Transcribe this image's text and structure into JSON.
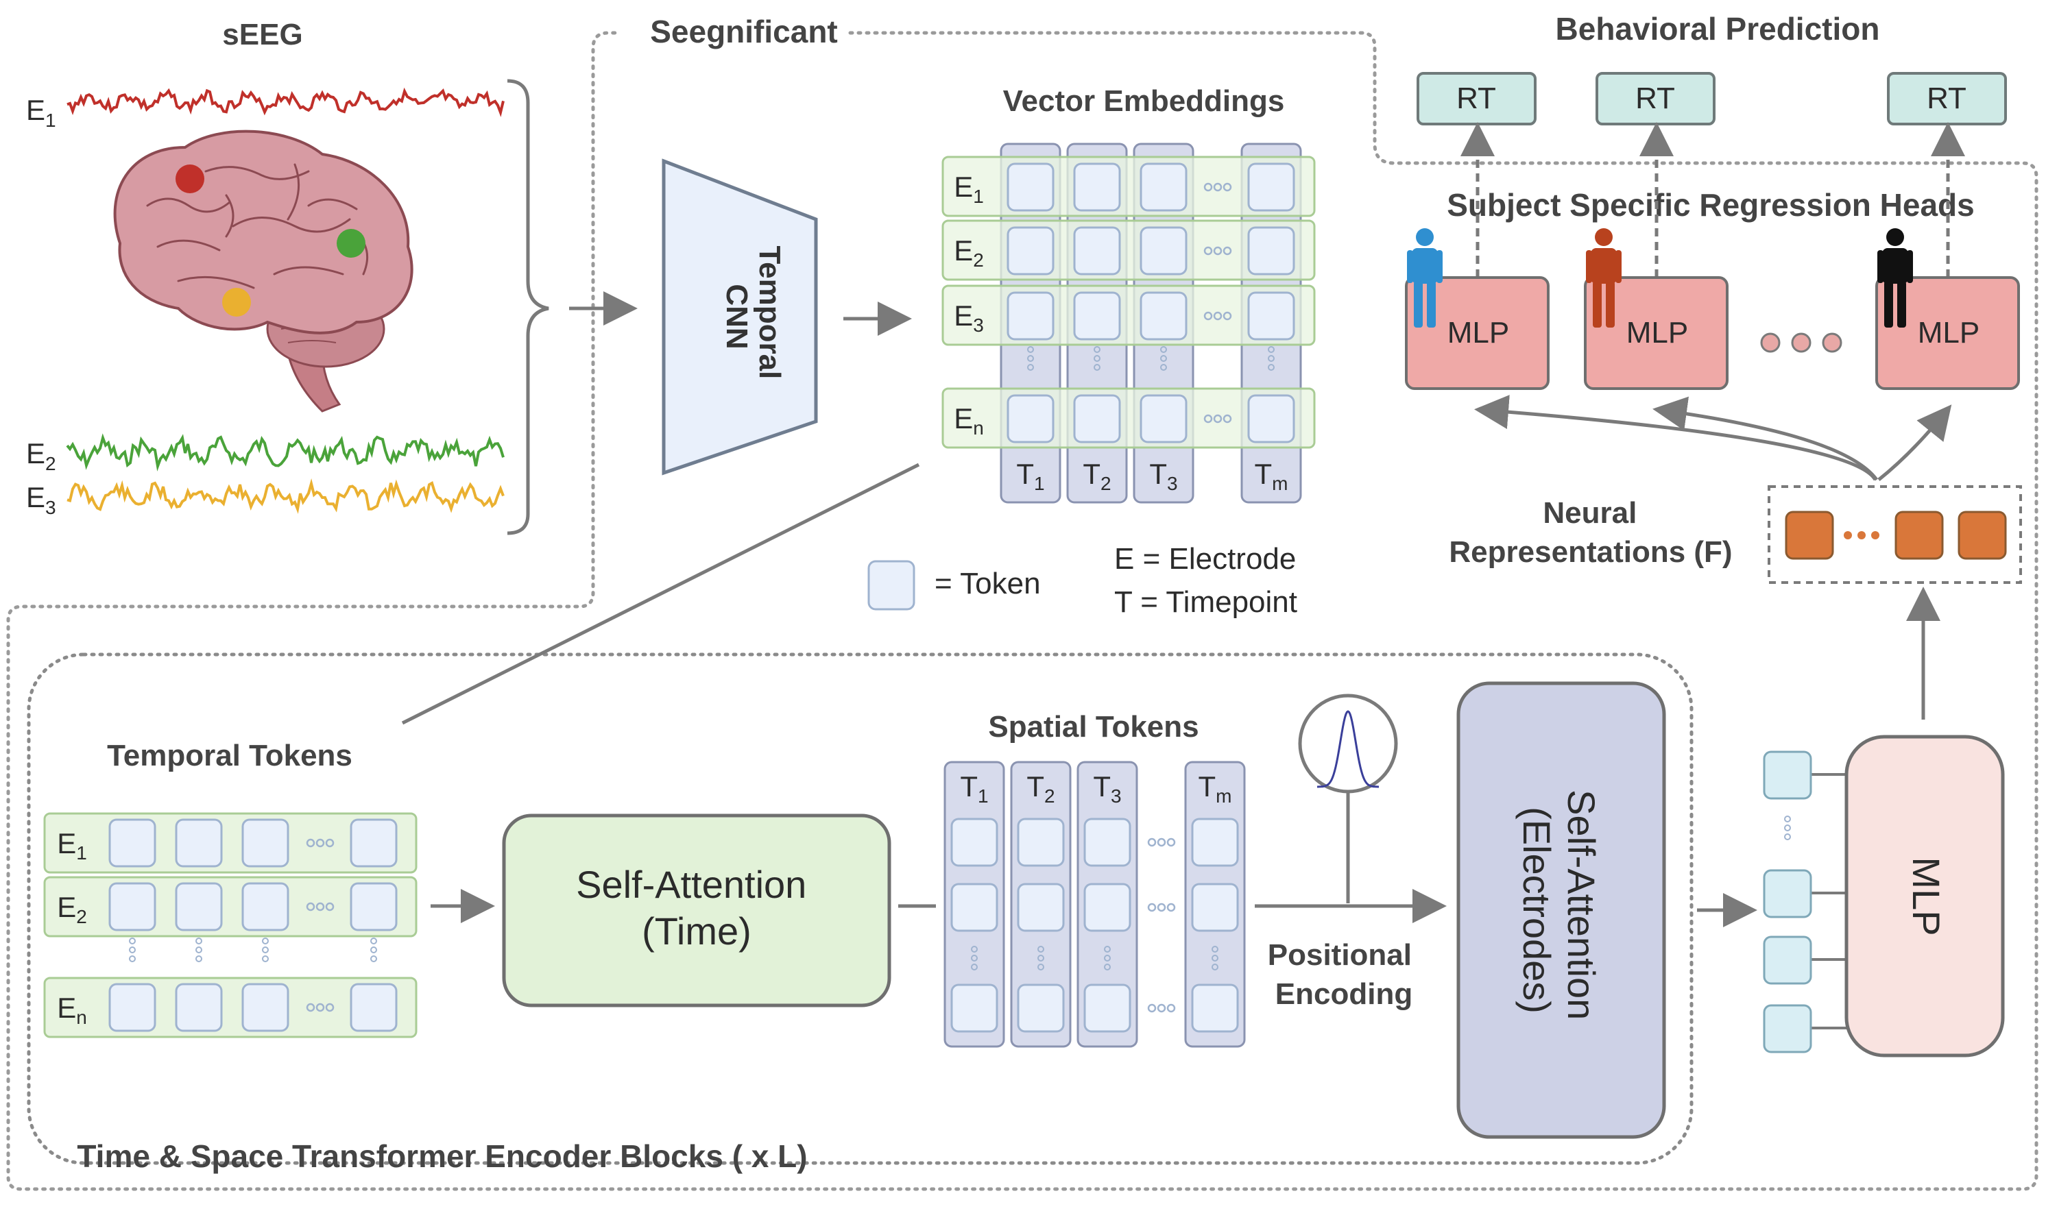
{
  "colors": {
    "arrow": "#7a7a7a",
    "border": "#9a9a9a",
    "token_fill": "#e9f0fb",
    "token_stroke": "#9fb3cf",
    "spatial_col": "#d7dbec",
    "temporal_row": "#e8f4e0",
    "rt_fill": "#cfeae6",
    "mlp_head": "#efa9a7",
    "feature_token": "#d9773a",
    "self_attn_time": "#e2f2d8",
    "self_attn_elec": "#cdd1e6",
    "mlp_main": "#f9e3e0",
    "mlp_token": "#d9eef4",
    "eeg_red": "#c0302a",
    "eeg_green": "#4aa33a",
    "eeg_yellow": "#eab030",
    "person_blue": "#2f8fd0",
    "person_rust": "#b8421e",
    "person_black": "#111111"
  },
  "seeg": {
    "title": "sEEG",
    "electrodes": [
      {
        "letter": "E",
        "sub": "1"
      },
      {
        "letter": "E",
        "sub": "2"
      },
      {
        "letter": "E",
        "sub": "3"
      }
    ]
  },
  "seegnificant": {
    "title": "Seegnificant",
    "cnn_line1": "Temporal",
    "cnn_line2": "CNN"
  },
  "vector_embeddings": {
    "title": "Vector Embeddings",
    "rows": [
      {
        "letter": "E",
        "sub": "1"
      },
      {
        "letter": "E",
        "sub": "2"
      },
      {
        "letter": "E",
        "sub": "3"
      },
      {
        "letter": "E",
        "sub": "n"
      }
    ],
    "cols": [
      {
        "letter": "T",
        "sub": "1"
      },
      {
        "letter": "T",
        "sub": "2"
      },
      {
        "letter": "T",
        "sub": "3"
      },
      {
        "letter": "T",
        "sub": "m"
      }
    ]
  },
  "legend": {
    "token": "= Token",
    "electrode": "E = Electrode",
    "timepoint": "T = Timepoint"
  },
  "behavioral": {
    "title": "Behavioral Prediction",
    "rt_labels": [
      "RT",
      "RT",
      "RT"
    ],
    "heads_title": "Subject Specific Regression Heads",
    "mlp_labels": [
      "MLP",
      "MLP",
      "MLP"
    ]
  },
  "neural": {
    "line1": "Neural",
    "line2": "Representations (F)"
  },
  "encoder": {
    "title": "Time & Space Transformer Encoder Blocks ( x L)",
    "temporal_tokens_title": "Temporal Tokens",
    "temporal_rows": [
      {
        "letter": "E",
        "sub": "1"
      },
      {
        "letter": "E",
        "sub": "2"
      },
      {
        "letter": "E",
        "sub": "n"
      }
    ],
    "self_attention_time_line1": "Self-Attention",
    "self_attention_time_line2": "(Time)",
    "spatial_tokens_title": "Spatial Tokens",
    "spatial_cols": [
      {
        "letter": "T",
        "sub": "1"
      },
      {
        "letter": "T",
        "sub": "2"
      },
      {
        "letter": "T",
        "sub": "3"
      },
      {
        "letter": "T",
        "sub": "m"
      }
    ],
    "positional_line1": "Positional",
    "positional_line2": "Encoding",
    "self_attention_elec_line1": "Self-Attention",
    "self_attention_elec_line2": "(Electrodes)",
    "mlp_label": "MLP"
  }
}
